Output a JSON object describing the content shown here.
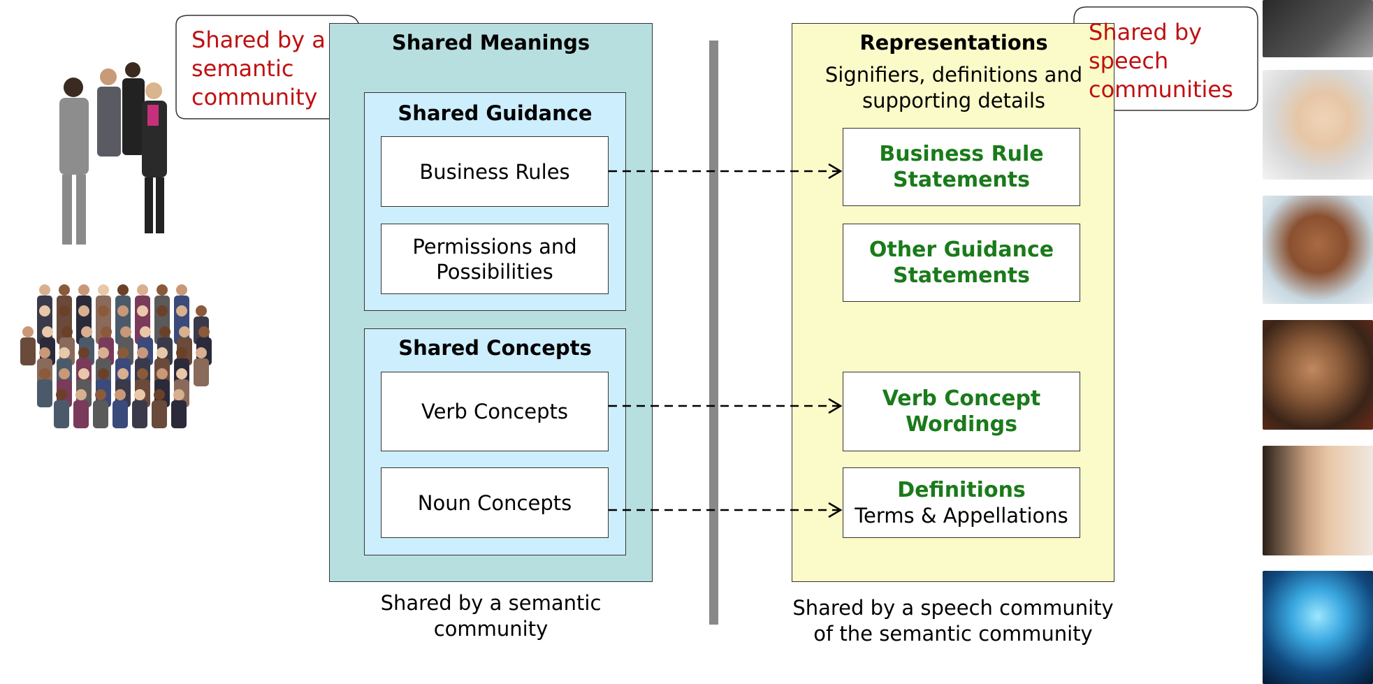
{
  "left_panel": {
    "title": "Shared Meanings",
    "guidance": {
      "title": "Shared Guidance",
      "items": [
        "Business Rules",
        "Permissions and Possibilities"
      ]
    },
    "concepts": {
      "title": "Shared Concepts",
      "items": [
        "Verb Concepts",
        "Noun Concepts"
      ]
    },
    "caption": "Shared by a semantic community"
  },
  "right_panel": {
    "title": "Representations",
    "subtitle": "Signifiers, definitions and supporting details",
    "items": [
      {
        "bold": "Business Rule Statements",
        "normal": ""
      },
      {
        "bold": "Other Guidance Statements",
        "normal": ""
      },
      {
        "bold": "Verb Concept Wordings",
        "normal": ""
      },
      {
        "bold": "Definitions",
        "normal": "Terms & Appellations"
      }
    ],
    "caption": "Shared by a speech community of the semantic community"
  },
  "callouts": {
    "left": "Shared by a semantic community",
    "right": "Shared by speech communities"
  },
  "colors": {
    "left_panel": "#b8dfe0",
    "inner_box": "#cdeefc",
    "right_panel": "#fbfbc9",
    "green_text": "#1a7a1a",
    "callout_text": "#c01010",
    "divider": "#888888"
  }
}
